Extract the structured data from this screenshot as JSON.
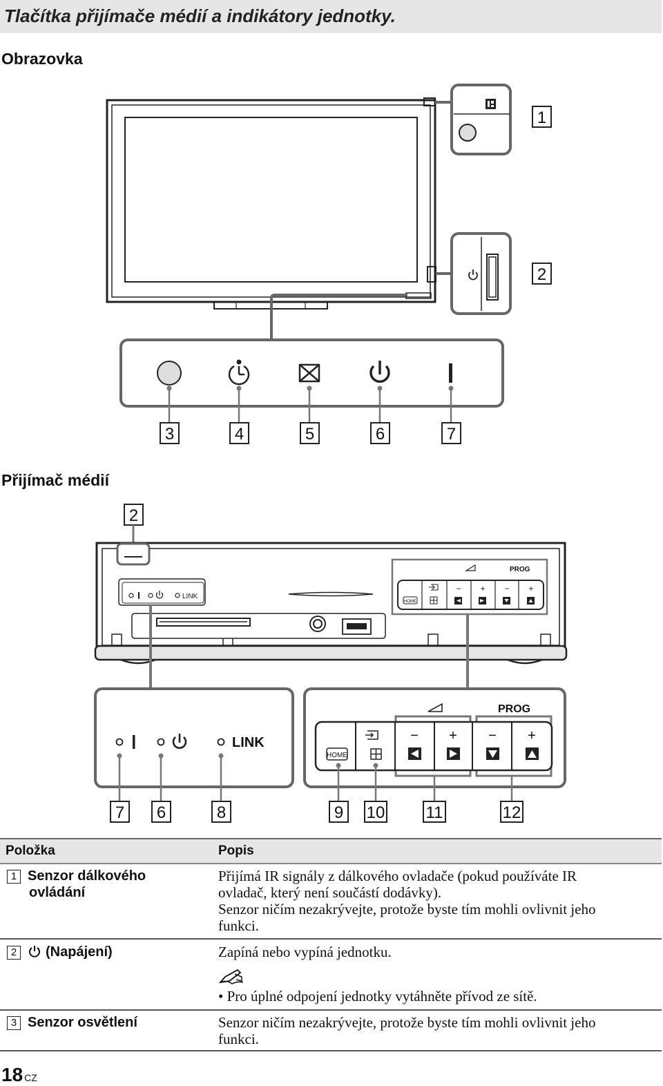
{
  "title": "Tlačítka přijímače médií a indikátory jednotky.",
  "section_screen": "Obrazovka",
  "section_receiver": "Přijímač médií",
  "callouts": {
    "c1": "1",
    "c2": "2",
    "c3": "3",
    "c4": "4",
    "c5": "5",
    "c6": "6",
    "c7": "7",
    "r2": "2",
    "r7": "7",
    "r6": "6",
    "r8": "8",
    "r9": "9",
    "r10": "10",
    "r11": "11",
    "r12": "12"
  },
  "labels": {
    "link_small": "LINK",
    "link_big": "LINK",
    "prog_small": "PROG",
    "prog_big": "PROG",
    "home_small": "HOME",
    "home_big": "HOME",
    "ind_bar": "I",
    "minus": "−",
    "plus": "+"
  },
  "table": {
    "head_item": "Položka",
    "head_desc": "Popis",
    "rows": [
      {
        "num": "1",
        "item_line1": "Senzor dálkového",
        "item_line2": "ovládání",
        "desc_line1": "Přijímá IR signály z dálkového ovladače (pokud používáte IR",
        "desc_line2": "ovladač, který není součástí dodávky).",
        "desc_line3": "Senzor ničím nezakrývejte, protože byste tím mohli ovlivnit jeho",
        "desc_line4": "funkci."
      },
      {
        "num": "2",
        "item": "(Napájení)",
        "desc_line1": "Zapíná nebo vypíná jednotku.",
        "note": "• Pro úplné odpojení jednotky vytáhněte přívod ze sítě."
      },
      {
        "num": "3",
        "item": "Senzor osvětlení",
        "desc_line1": "Senzor ničím nezakrývejte, protože byste tím mohli ovlivnit jeho",
        "desc_line2": "funkci."
      }
    ]
  },
  "footer": {
    "page": "18",
    "lang": "CZ"
  }
}
